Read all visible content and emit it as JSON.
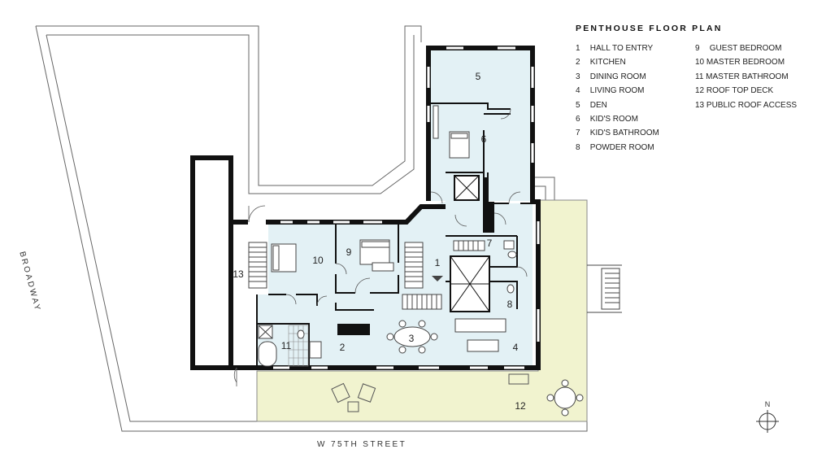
{
  "legend": {
    "title": "PENTHOUSE FLOOR PLAN",
    "items": [
      {
        "num": "1",
        "label": "HALL TO ENTRY"
      },
      {
        "num": "2",
        "label": "KITCHEN"
      },
      {
        "num": "3",
        "label": "DINING ROOM"
      },
      {
        "num": "4",
        "label": "LIVING ROOM"
      },
      {
        "num": "5",
        "label": "DEN"
      },
      {
        "num": "6",
        "label": "KID'S ROOM"
      },
      {
        "num": "7",
        "label": "KID'S BATHROOM"
      },
      {
        "num": "8",
        "label": "POWDER ROOM"
      },
      {
        "num": "9",
        "label": "GUEST BEDROOM"
      },
      {
        "num": "10",
        "label": "MASTER BEDROOM"
      },
      {
        "num": "11",
        "label": "MASTER BATHROOM"
      },
      {
        "num": "12",
        "label": "ROOF TOP DECK"
      },
      {
        "num": "13",
        "label": "PUBLIC ROOF ACCESS"
      }
    ]
  },
  "streets": {
    "broadway": "BROADWAY",
    "w75th": "W 75TH STREET"
  },
  "compass": {
    "label": "N"
  },
  "room_numbers": {
    "r1": "1",
    "r2": "2",
    "r3": "3",
    "r4": "4",
    "r5": "5",
    "r6": "6",
    "r7": "7",
    "r8": "8",
    "r9": "9",
    "r10": "10",
    "r11": "11",
    "r12": "12",
    "r13": "13"
  },
  "colors": {
    "interior": "#e3f1f5",
    "deck": "#f1f3cf",
    "wall": "#111111",
    "outline": "#777777"
  }
}
